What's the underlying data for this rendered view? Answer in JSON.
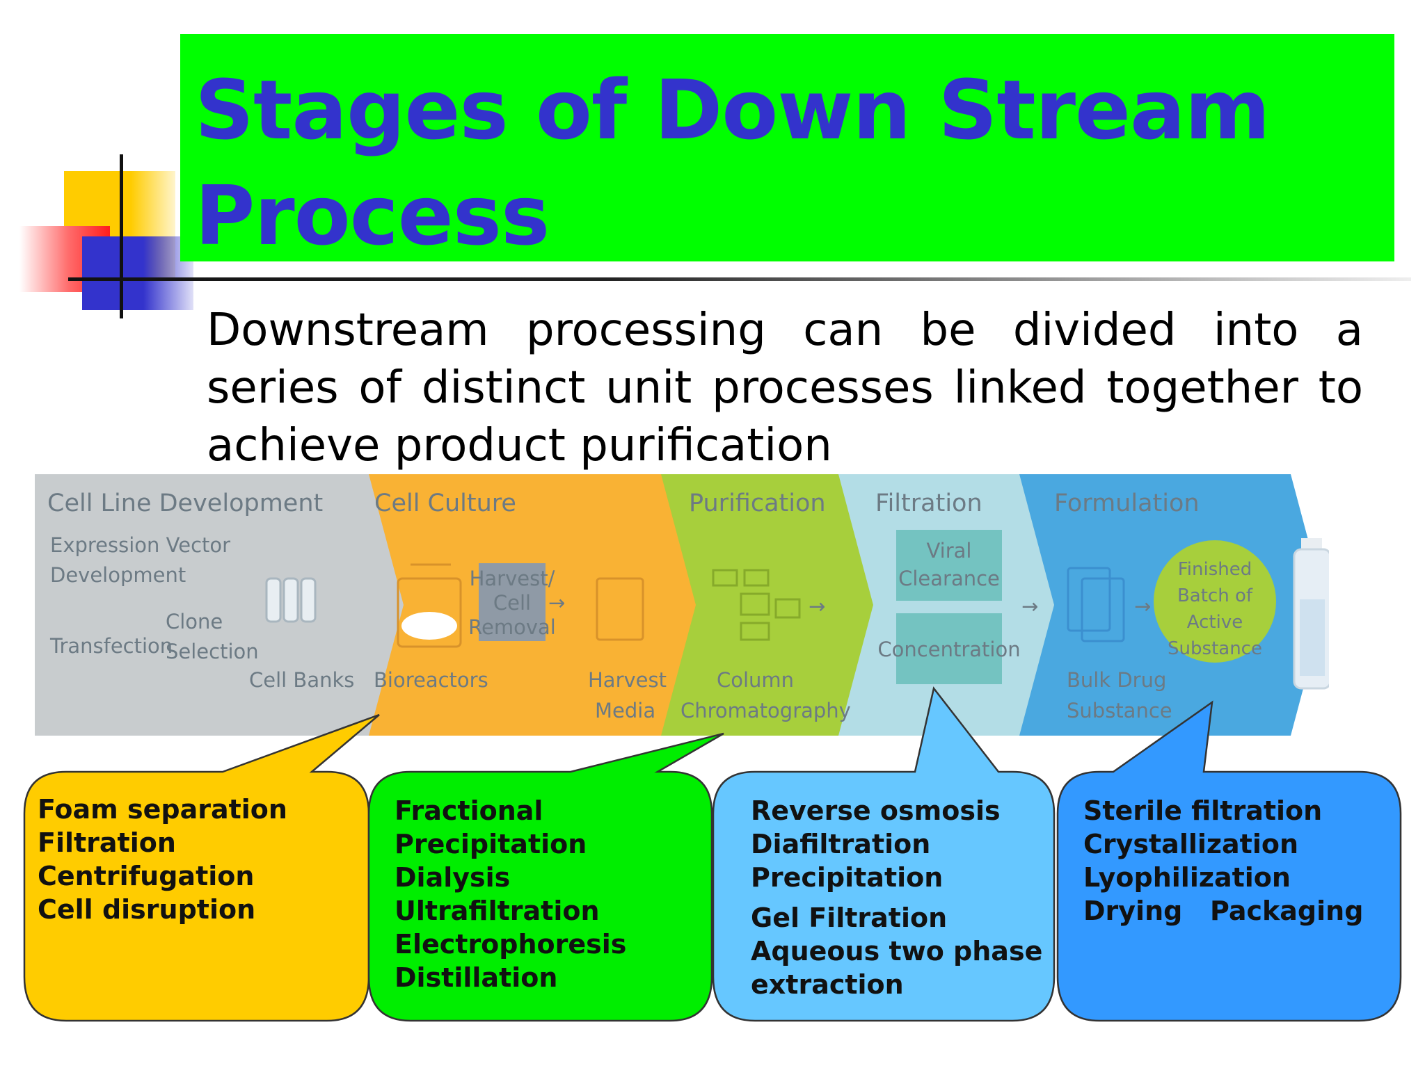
{
  "title": "Stages of Down Stream Process",
  "intro": "Downstream processing can be divided into a series of distinct unit processes linked together to achieve product purification",
  "colors": {
    "title_bg": "#00ff00",
    "title_text": "#3333cc",
    "stage_gray": "#c8ccce",
    "stage_orange": "#f9b234",
    "stage_green": "#a7cf3c",
    "stage_lightblue": "#b3dde6",
    "stage_blue": "#4aa8e0",
    "callout_yellow": "#ffcc00",
    "callout_green": "#00ee00",
    "callout_lightblue": "#66c7ff",
    "callout_blue": "#3399ff"
  },
  "stages": [
    {
      "name": "Cell Line Development",
      "labels": [
        "Expression Vector",
        "Development",
        "Transfection",
        "Clone",
        "Selection",
        "Cell Banks"
      ]
    },
    {
      "name": "Cell Culture",
      "labels": [
        "Bioreactors",
        "Harvest/",
        "Cell",
        "Removal",
        "Harvest",
        "Media"
      ]
    },
    {
      "name": "Purification",
      "labels": [
        "Column",
        "Chromatography"
      ]
    },
    {
      "name": "Filtration",
      "labels": [
        "Viral",
        "Clearance",
        "Concentration"
      ]
    },
    {
      "name": "Formulation",
      "labels": [
        "Bulk Drug",
        "Substance",
        "Finished",
        "Batch of",
        "Active",
        "Substance"
      ]
    }
  ],
  "callouts": [
    {
      "items": [
        "Foam separation",
        "Filtration",
        "Centrifugation",
        "Cell disruption"
      ]
    },
    {
      "items": [
        "Fractional",
        "Precipitation",
        "Dialysis",
        "Ultrafiltration",
        "Electrophoresis",
        "Distillation"
      ]
    },
    {
      "items": [
        "Reverse osmosis",
        "Diafiltration",
        "Precipitation",
        "Gel Filtration",
        "Aqueous two phase",
        "extraction"
      ]
    },
    {
      "items": [
        "Sterile filtration",
        "Crystallization",
        "Lyophilization",
        "Drying   Packaging"
      ]
    }
  ]
}
